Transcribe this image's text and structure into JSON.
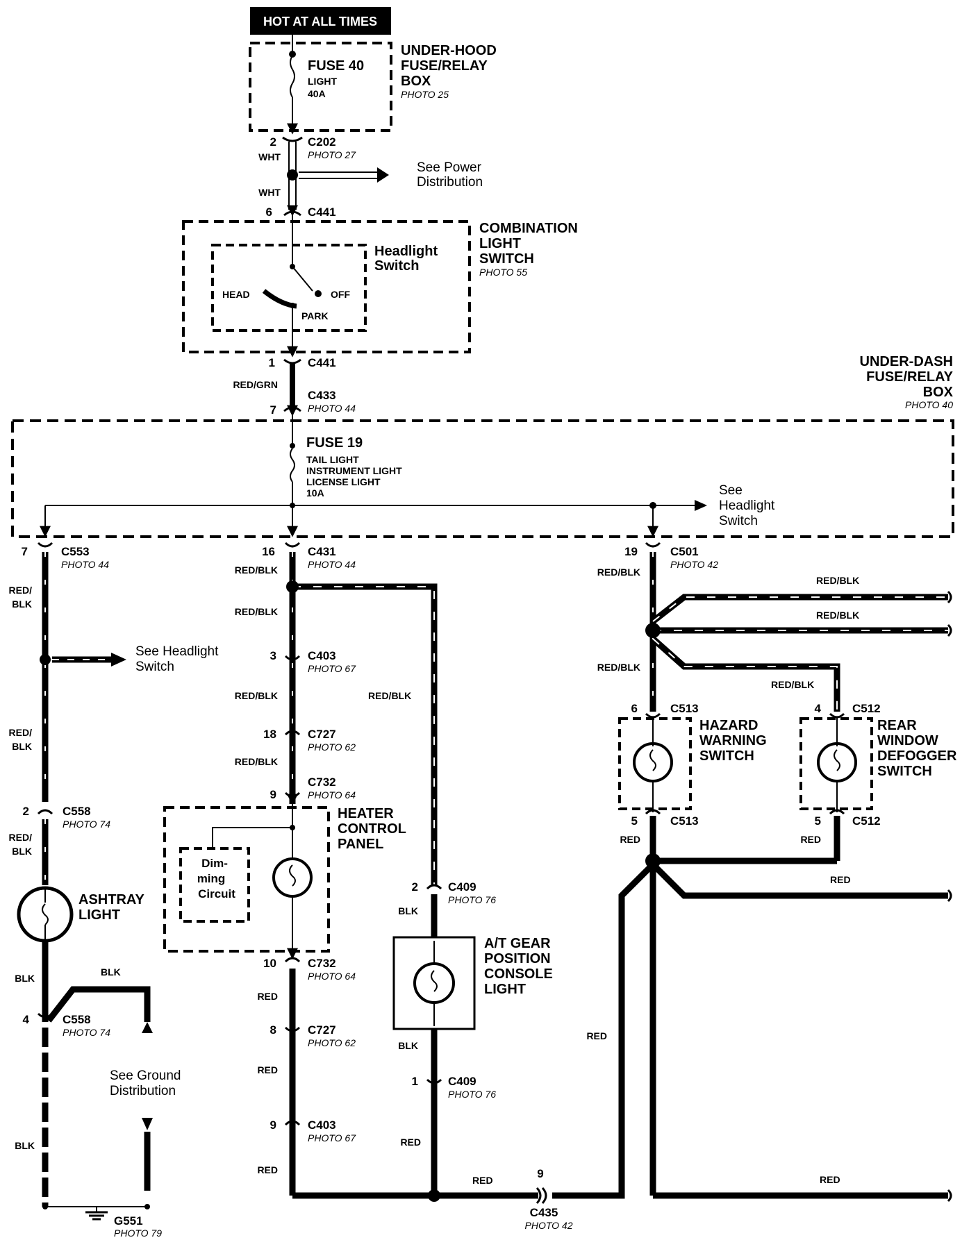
{
  "header": {
    "hot_label": "HOT AT ALL TIMES"
  },
  "underhood": {
    "title": [
      "UNDER-HOOD",
      "FUSE/RELAY",
      "BOX"
    ],
    "photo": "PHOTO 25",
    "fuse": "FUSE 40",
    "fuse_desc": "LIGHT",
    "fuse_amp": "40A"
  },
  "notes": {
    "power": [
      "See Power",
      "Distribution"
    ],
    "headlight_a": [
      "See",
      "Headlight",
      "Switch"
    ],
    "headlight_b": [
      "See Headlight",
      "Switch"
    ],
    "ground": [
      "See Ground",
      "Distribution"
    ]
  },
  "combo_switch": {
    "title": [
      "COMBINATION",
      "LIGHT",
      "SWITCH"
    ],
    "photo": "PHOTO 55",
    "inner": [
      "Headlight",
      "Switch"
    ],
    "head": "HEAD",
    "off": "OFF",
    "park": "PARK"
  },
  "underdash": {
    "title": [
      "UNDER-DASH",
      "FUSE/RELAY",
      "BOX"
    ],
    "photo": "PHOTO 40",
    "fuse": "FUSE 19",
    "fuse_desc": [
      "TAIL LIGHT",
      "INSTRUMENT LIGHT",
      "LICENSE LIGHT"
    ],
    "fuse_amp": "10A"
  },
  "components": {
    "ashtray": [
      "ASHTRAY",
      "LIGHT"
    ],
    "heater": [
      "HEATER",
      "CONTROL",
      "PANEL"
    ],
    "dimming": [
      "Dim-",
      "ming",
      "Circuit"
    ],
    "at_gear": [
      "A/T GEAR",
      "POSITION",
      "CONSOLE",
      "LIGHT"
    ],
    "hazard": [
      "HAZARD",
      "WARNING",
      "SWITCH"
    ],
    "defogger": [
      "REAR",
      "WINDOW",
      "DEFOGGER",
      "SWITCH"
    ]
  },
  "connectors": [
    {
      "id": "C202",
      "pin": "2",
      "photo": "PHOTO 27"
    },
    {
      "id": "C441",
      "pin": "6",
      "photo": ""
    },
    {
      "id": "C441",
      "pin": "1",
      "photo": ""
    },
    {
      "id": "C433",
      "pin": "7",
      "photo": "PHOTO 44"
    },
    {
      "id": "C553",
      "pin": "7",
      "photo": "PHOTO 44"
    },
    {
      "id": "C431",
      "pin": "16",
      "photo": "PHOTO 44"
    },
    {
      "id": "C501",
      "pin": "19",
      "photo": "PHOTO 42"
    },
    {
      "id": "C403",
      "pin": "3",
      "photo": "PHOTO 67"
    },
    {
      "id": "C727",
      "pin": "18",
      "photo": "PHOTO 62"
    },
    {
      "id": "C732",
      "pin": "9",
      "photo": "PHOTO 64"
    },
    {
      "id": "C558",
      "pin": "2",
      "photo": "PHOTO 74"
    },
    {
      "id": "C513",
      "pin": "6",
      "photo": ""
    },
    {
      "id": "C512",
      "pin": "4",
      "photo": ""
    },
    {
      "id": "C513",
      "pin": "5",
      "photo": ""
    },
    {
      "id": "C512",
      "pin": "5",
      "photo": ""
    },
    {
      "id": "C409",
      "pin": "2",
      "photo": "PHOTO 76"
    },
    {
      "id": "C732",
      "pin": "10",
      "photo": "PHOTO 64"
    },
    {
      "id": "C558",
      "pin": "4",
      "photo": "PHOTO 74"
    },
    {
      "id": "C727",
      "pin": "8",
      "photo": "PHOTO 62"
    },
    {
      "id": "C409",
      "pin": "1",
      "photo": "PHOTO 76"
    },
    {
      "id": "C403",
      "pin": "9",
      "photo": "PHOTO 67"
    },
    {
      "id": "C435",
      "pin": "9",
      "photo": "PHOTO 42"
    }
  ],
  "ground": {
    "id": "G551",
    "photo": "PHOTO 79"
  },
  "wires": {
    "wht": "WHT",
    "red_grn": "RED/GRN",
    "red_blk": "RED/BLK",
    "red_blk_split": [
      "RED/",
      "BLK"
    ],
    "red": "RED",
    "blk": "BLK"
  },
  "colors": {
    "wire": "#000000",
    "stripe": "#ffffff",
    "background": "#ffffff"
  }
}
